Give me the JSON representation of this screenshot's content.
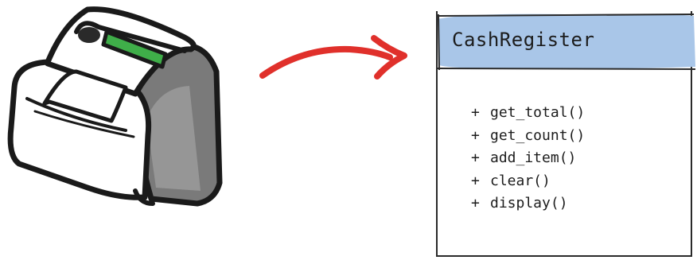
{
  "diagram": {
    "class_name": "CashRegister",
    "methods": [
      {
        "visibility": "+",
        "name": "get_total()"
      },
      {
        "visibility": "+",
        "name": "get_count()"
      },
      {
        "visibility": "+",
        "name": "add_item()"
      },
      {
        "visibility": "+",
        "name": "clear()"
      },
      {
        "visibility": "+",
        "name": "display()"
      }
    ]
  },
  "colors": {
    "header_fill": "#a9c6e8",
    "arrow": "#e0302b",
    "display_green": "#3fae49",
    "body_gray": "#7a7a7a",
    "outline": "#1a1a1a"
  },
  "icons": {
    "illustration": "cash-register-icon",
    "connector": "curved-arrow-icon"
  }
}
